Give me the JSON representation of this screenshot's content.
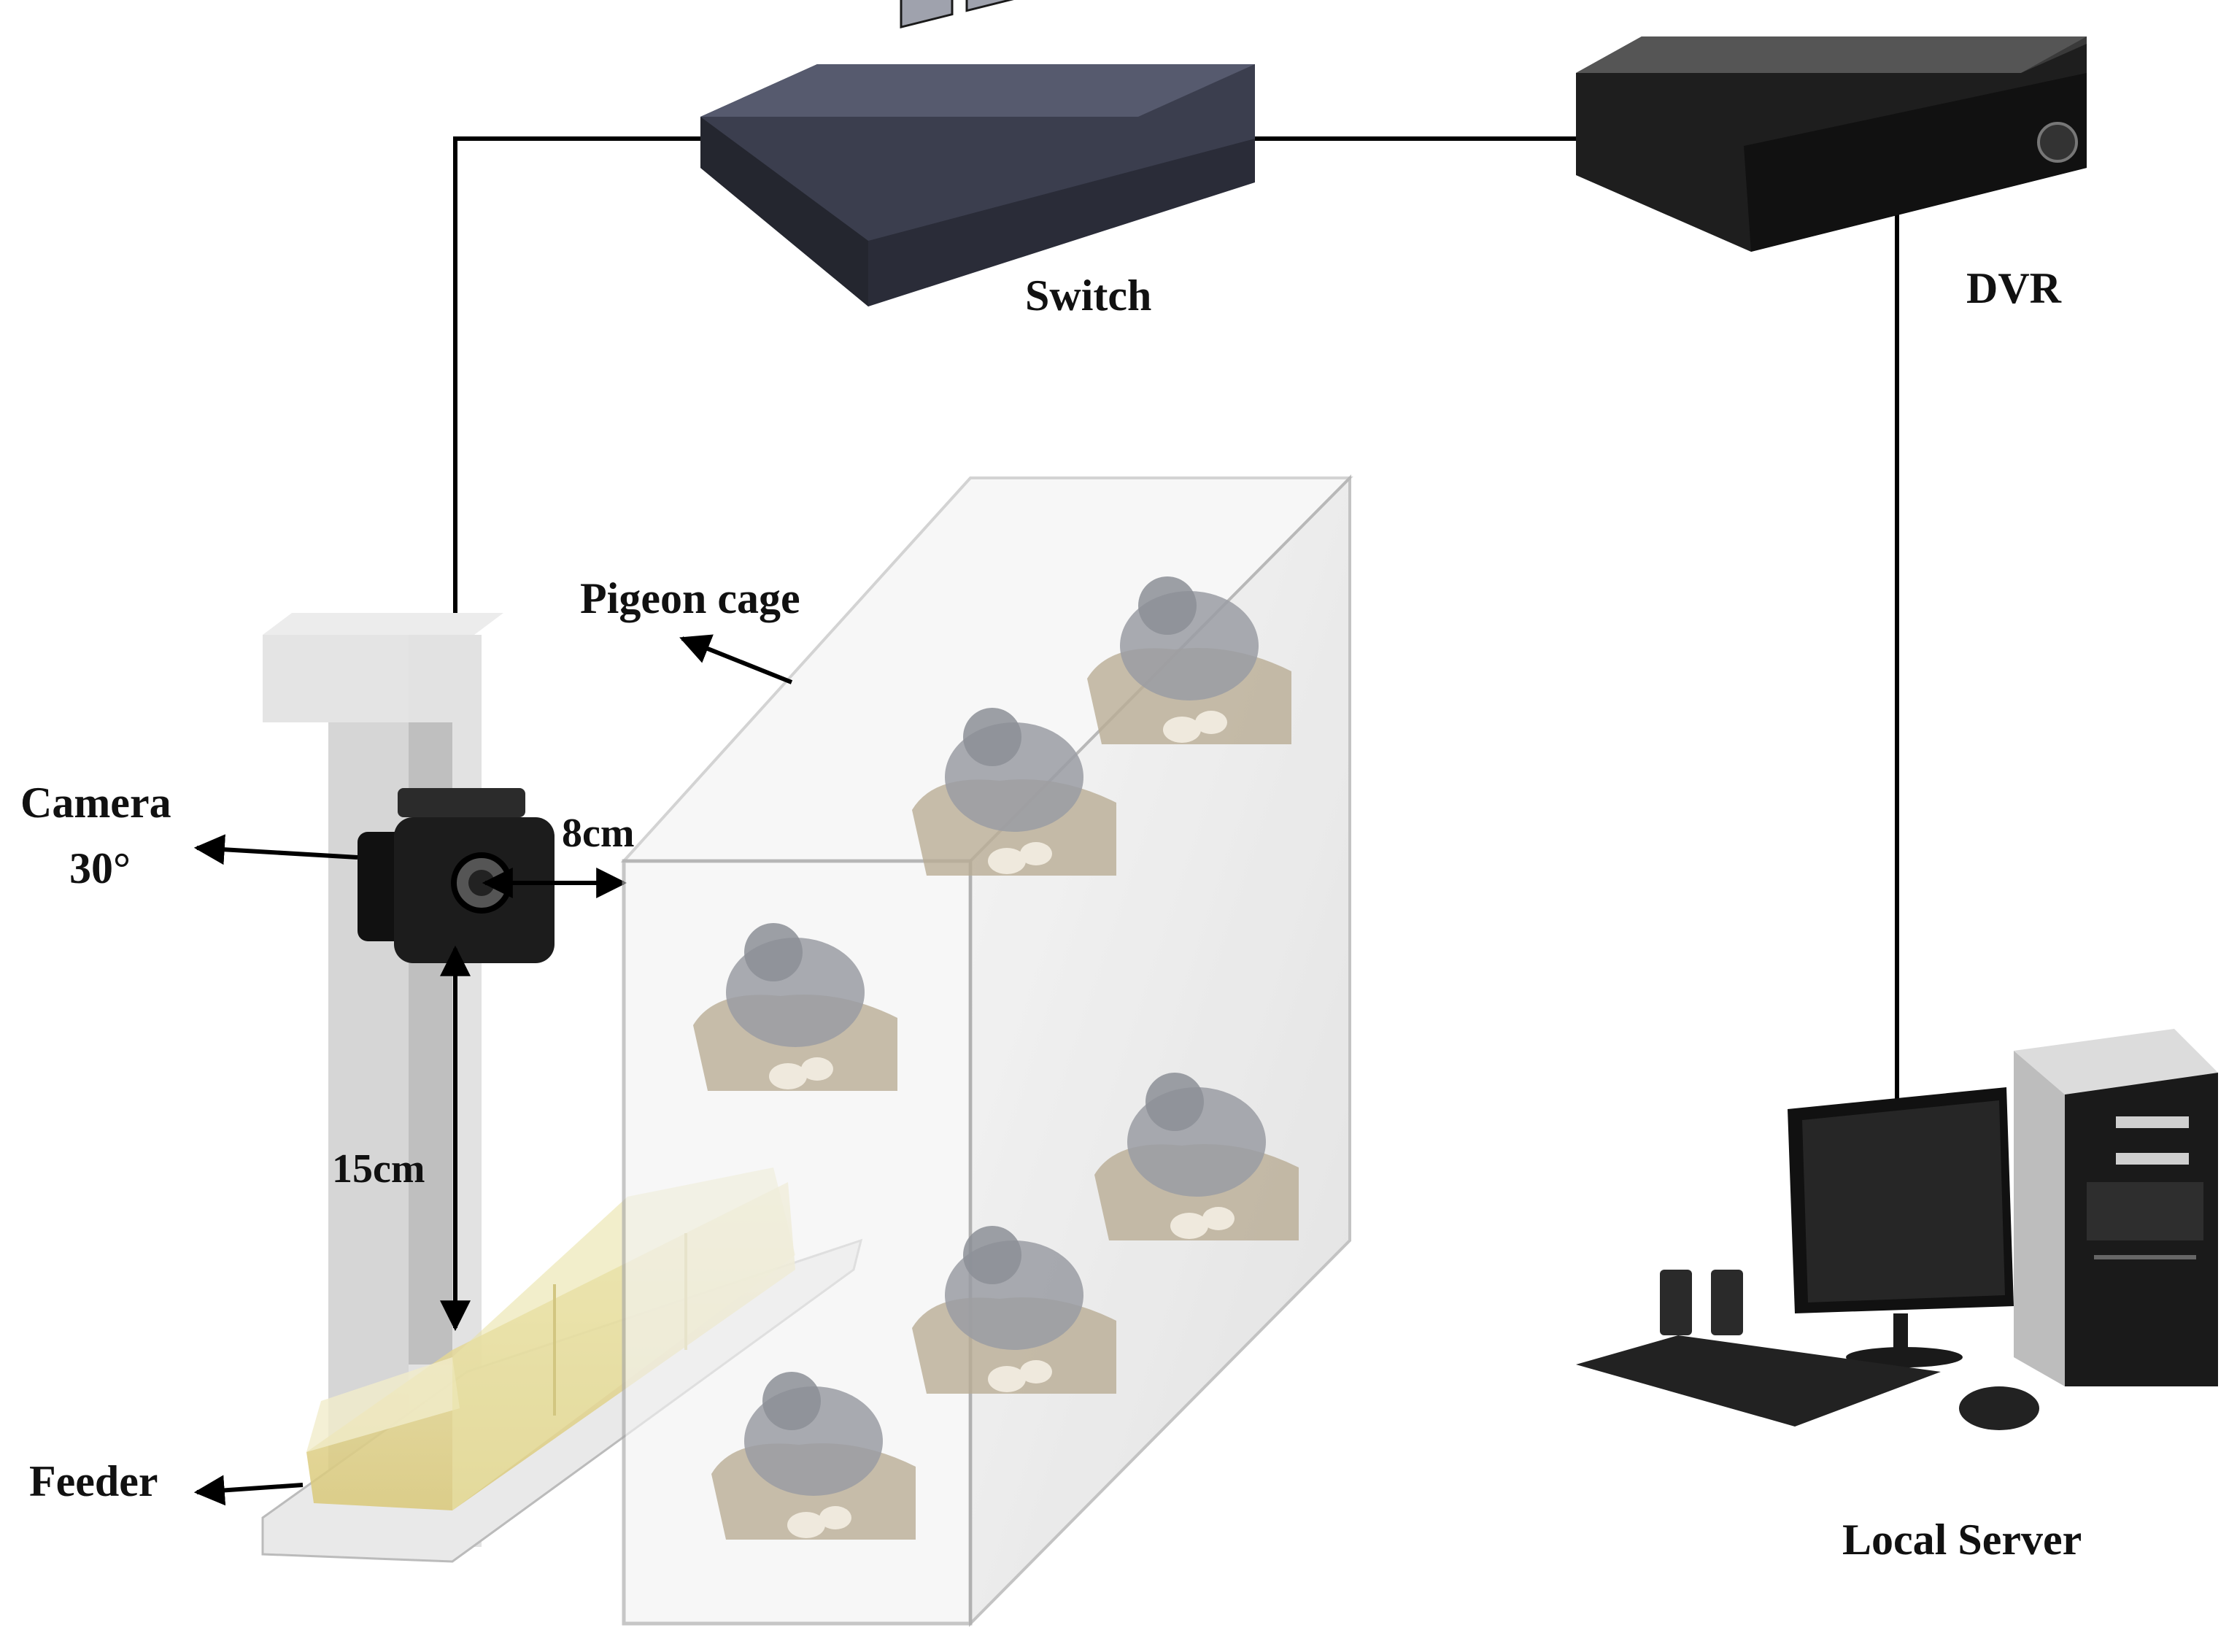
{
  "labels": {
    "switch": "Switch",
    "dvr": "DVR",
    "pigeon_cage": "Pigeon cage",
    "camera": "Camera",
    "camera_angle": "30°",
    "distance_horizontal": "8cm",
    "distance_vertical": "15cm",
    "feeder": "Feeder",
    "local_server": "Local Server"
  },
  "colors": {
    "cable": "#000000",
    "device_dark": "#2b2e3b",
    "cage_glass": "#e6e6e6",
    "feeder_yellow": "#e8dc9a"
  }
}
